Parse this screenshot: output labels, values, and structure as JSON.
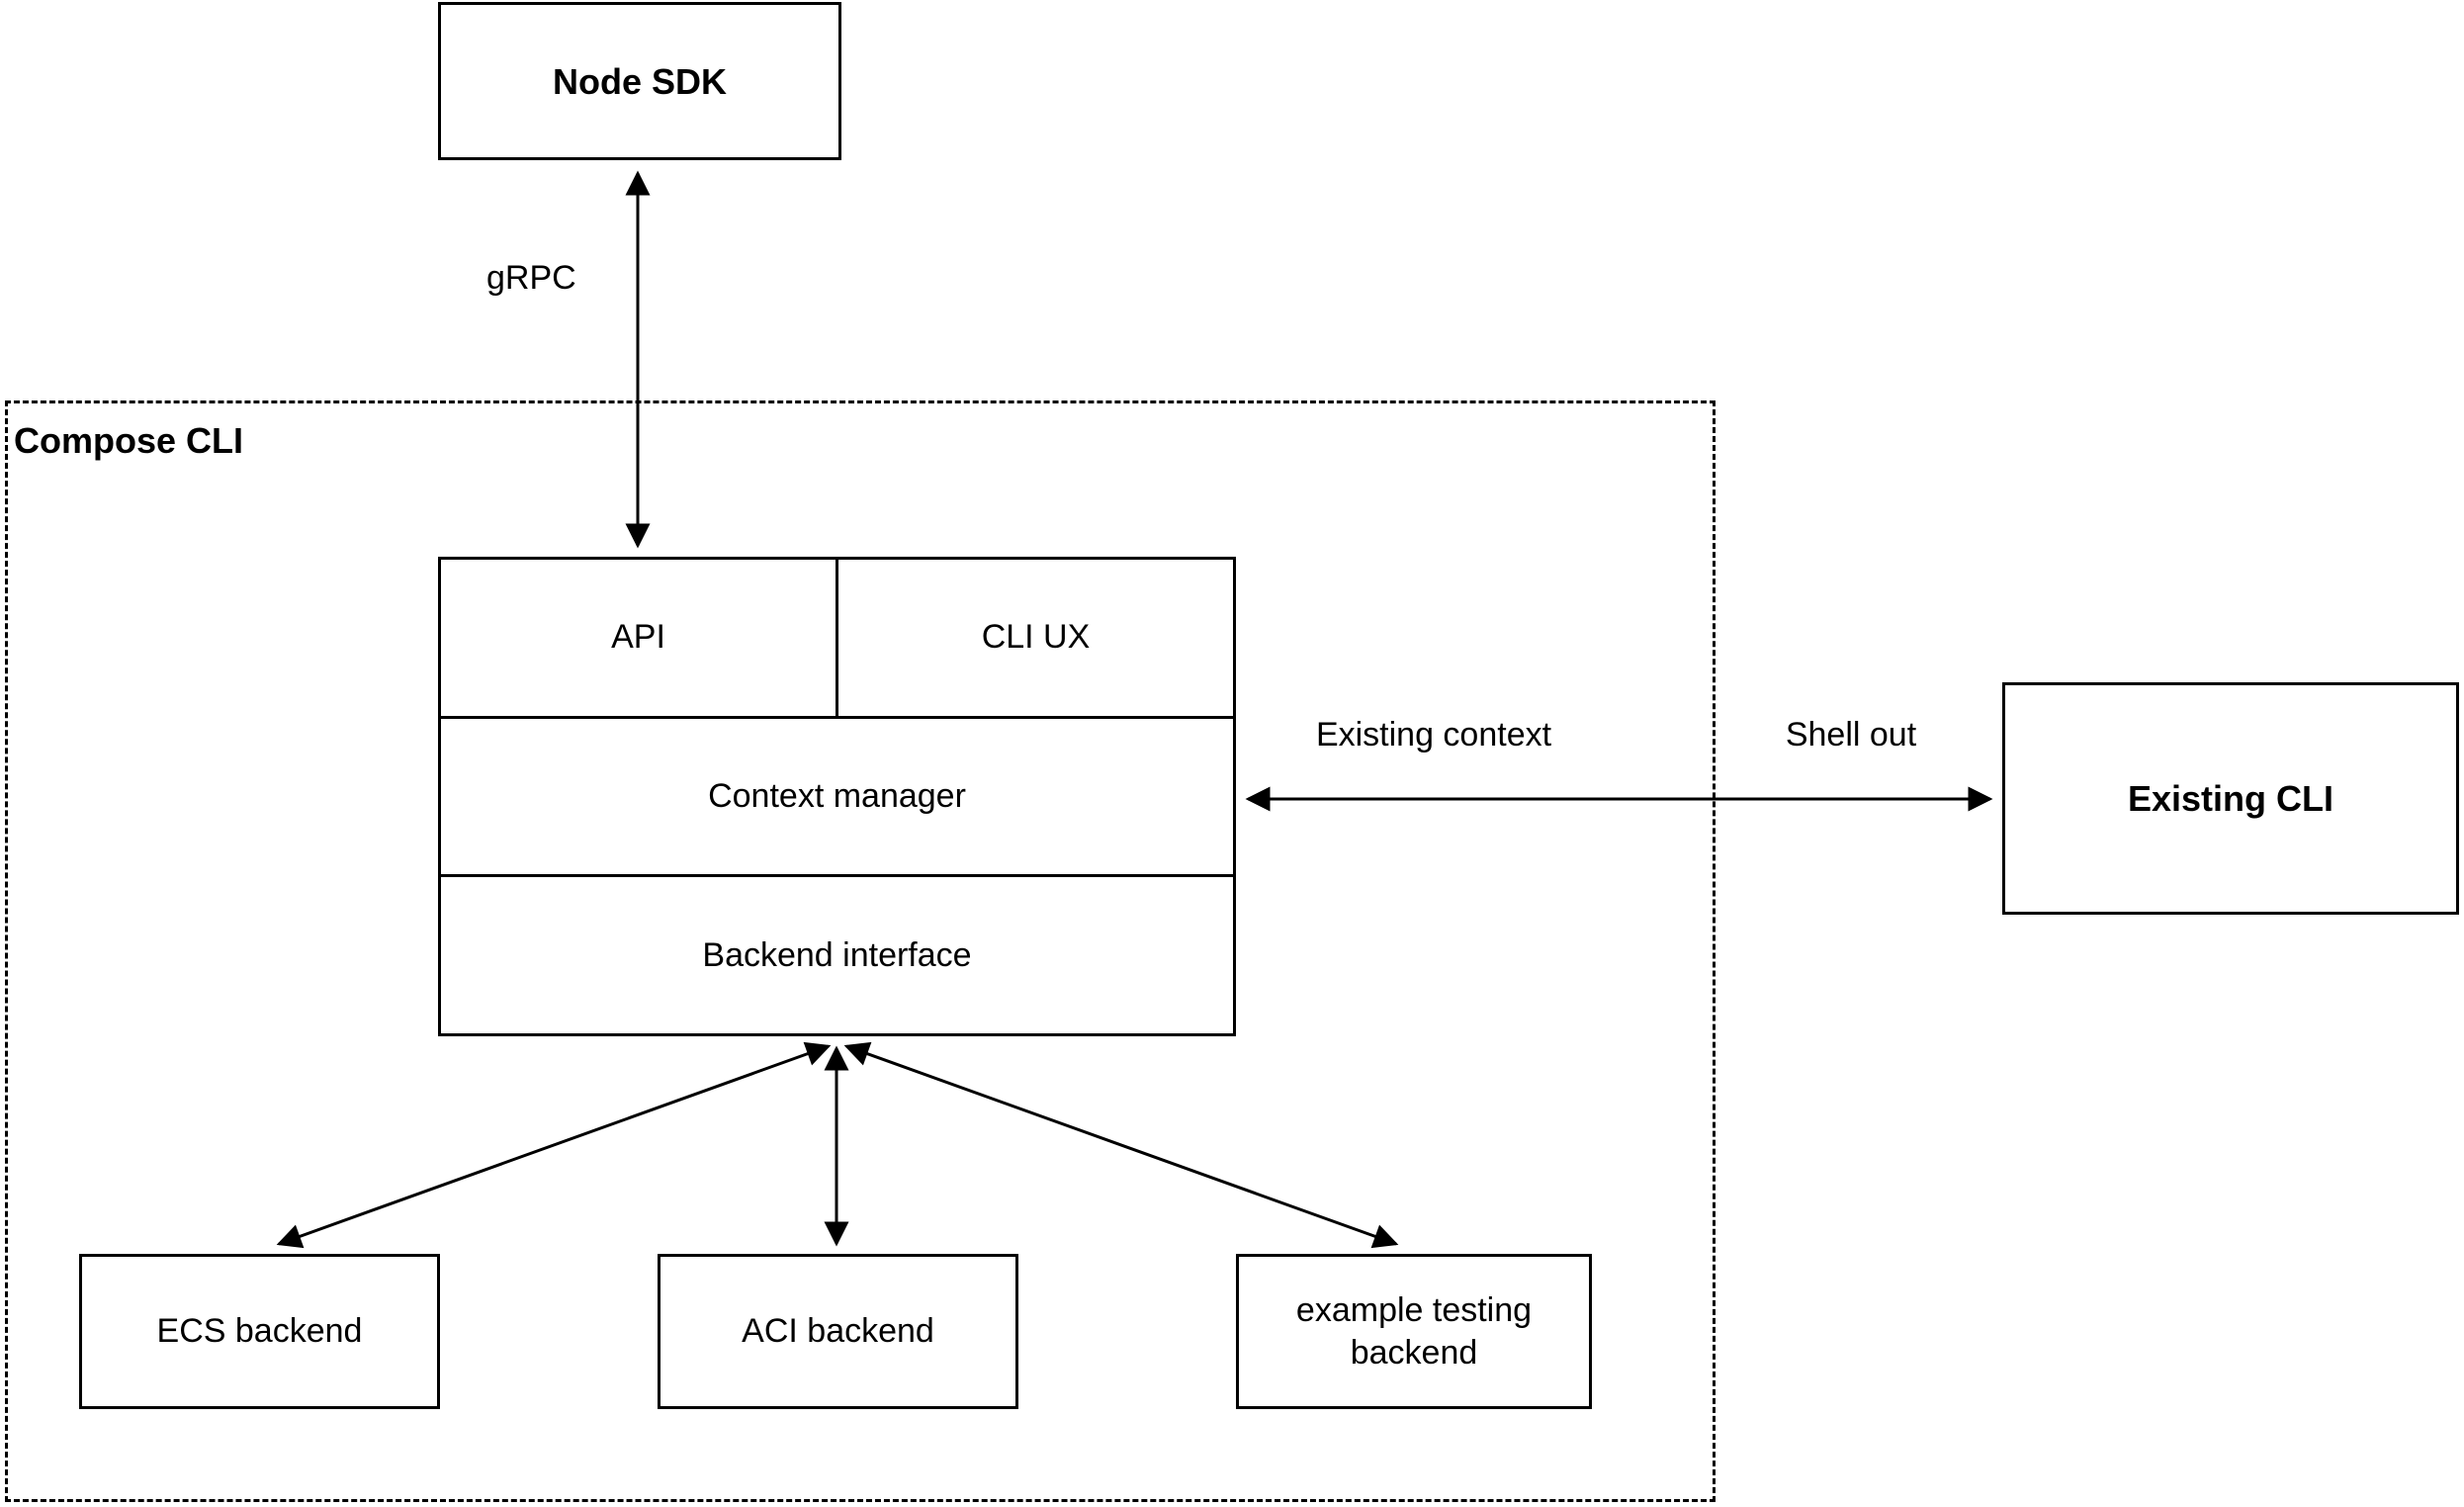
{
  "diagram": {
    "container_label": "Compose CLI",
    "nodes": {
      "node_sdk": "Node SDK",
      "api": "API",
      "cli_ux": "CLI UX",
      "context_manager": "Context manager",
      "backend_interface": "Backend interface",
      "existing_cli": "Existing CLI",
      "ecs_backend": "ECS backend",
      "aci_backend": "ACI backend",
      "example_testing_backend": "example testing backend"
    },
    "edge_labels": {
      "grpc": "gRPC",
      "existing_context": "Existing context",
      "shell_out": "Shell out"
    },
    "colors": {
      "stroke": "#000000",
      "fill": "#ffffff",
      "text": "#000000"
    }
  }
}
